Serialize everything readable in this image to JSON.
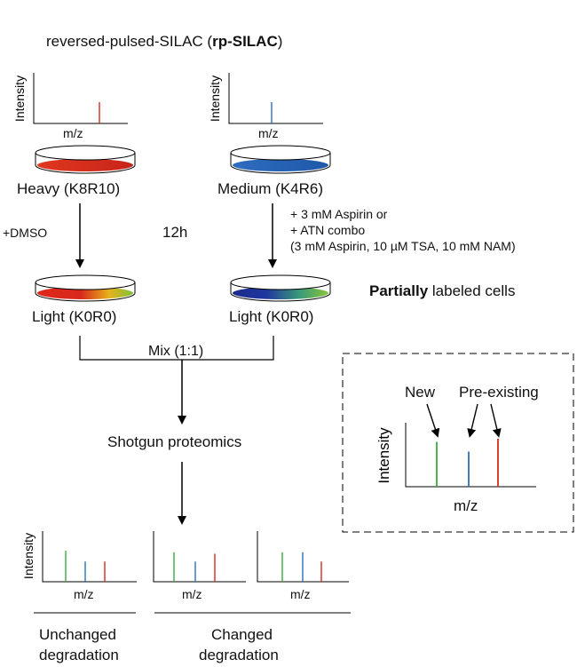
{
  "title": {
    "prefix": "reversed-pulsed-SILAC  (",
    "bold": "rp-SILAC",
    "suffix": ")"
  },
  "axis": {
    "intensity": "Intensity",
    "mz": "m/z"
  },
  "dishes": {
    "heavy_label": "Heavy (K8R10)",
    "medium_label": "Medium (K4R6)",
    "light_left_label": "Light (K0R0)",
    "light_right_label": "Light (K0R0)"
  },
  "treatment": {
    "dmso": "+DMSO",
    "time": "12h",
    "line1": "+ 3 mM Aspirin  or",
    "line2": "+ ATN combo",
    "line3": "(3 mM Aspirin, 10 µM TSA, 10 mM NAM)"
  },
  "partial": {
    "bold": "Partially",
    "rest": " labeled cells"
  },
  "mix": "Mix (1:1)",
  "shotgun": "Shotgun proteomics",
  "legend": {
    "new": "New",
    "preexisting": "Pre-existing"
  },
  "outcomes": {
    "unchanged_line1": "Unchanged",
    "unchanged_line2": "degradation",
    "changed_line1": "Changed",
    "changed_line2": "degradation"
  },
  "colors": {
    "heavy": "#d42b1e",
    "medium": "#2a6fb8",
    "light": "#3aa83a",
    "arrow": "#000000"
  },
  "spectra": {
    "top_left": [
      {
        "color": "heavy",
        "height": 1.0
      }
    ],
    "top_right": [
      {
        "color": "medium",
        "height": 1.0
      }
    ],
    "legend": [
      {
        "color": "light",
        "height": 0.7
      },
      {
        "color": "medium",
        "height": 0.55
      },
      {
        "color": "heavy",
        "height": 0.75
      }
    ],
    "bottom_1": [
      {
        "color": "light",
        "height": 1.0
      },
      {
        "color": "medium",
        "height": 0.65
      },
      {
        "color": "heavy",
        "height": 0.65
      }
    ],
    "bottom_2": [
      {
        "color": "light",
        "height": 0.95
      },
      {
        "color": "medium",
        "height": 0.65
      },
      {
        "color": "heavy",
        "height": 0.9
      }
    ],
    "bottom_3": [
      {
        "color": "light",
        "height": 0.95
      },
      {
        "color": "medium",
        "height": 0.95
      },
      {
        "color": "heavy",
        "height": 0.65
      }
    ]
  }
}
